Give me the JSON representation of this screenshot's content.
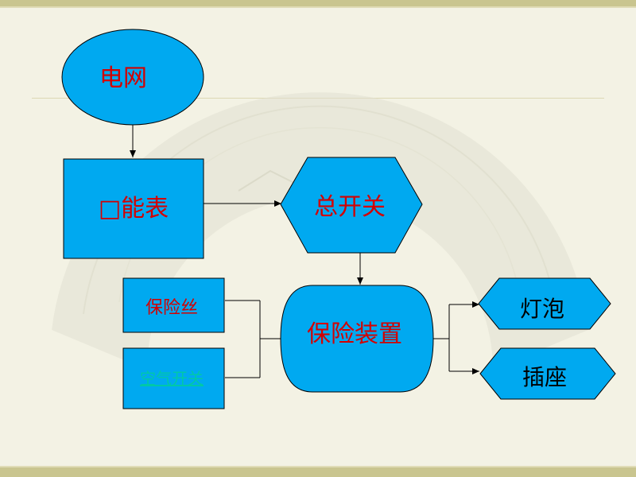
{
  "colors": {
    "node_fill": "#00a9f0",
    "node_stroke": "#000000",
    "text_red": "#d40000",
    "text_link": "#00c8a8",
    "background": "#f3f2e4",
    "band": "#c9c58f"
  },
  "nodes": {
    "grid": "电网",
    "meter_box": "□",
    "meter": "能表",
    "main_switch": "总开关",
    "fuse": "保险丝",
    "air_switch": "空气开关",
    "protection": "保险装置",
    "lamp": "灯泡",
    "socket": "插座"
  }
}
